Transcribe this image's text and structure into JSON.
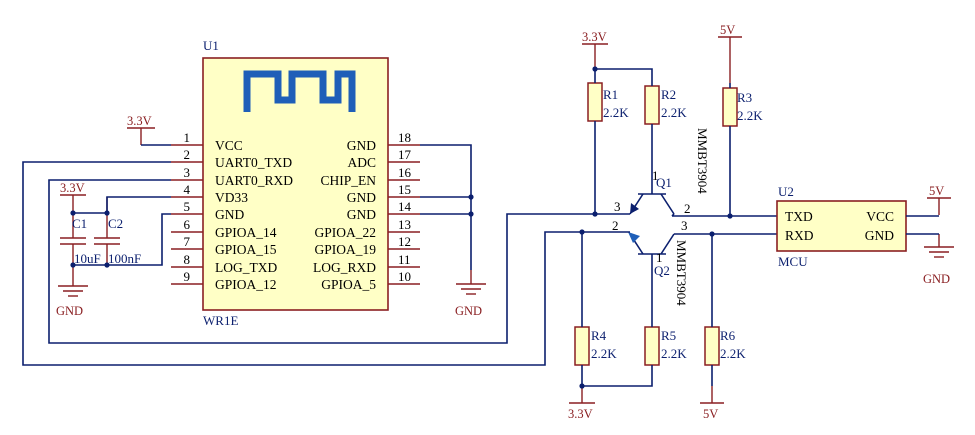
{
  "module": {
    "ref": "U1",
    "part": "WR1E",
    "left_pins": [
      {
        "num": "1",
        "name": "VCC"
      },
      {
        "num": "2",
        "name": "UART0_TXD"
      },
      {
        "num": "3",
        "name": "UART0_RXD"
      },
      {
        "num": "4",
        "name": "VD33"
      },
      {
        "num": "5",
        "name": "GND"
      },
      {
        "num": "6",
        "name": "GPIOA_14"
      },
      {
        "num": "7",
        "name": "GPIOA_15"
      },
      {
        "num": "8",
        "name": "LOG_TXD"
      },
      {
        "num": "9",
        "name": "GPIOA_12"
      }
    ],
    "right_pins": [
      {
        "num": "18",
        "name": "GND"
      },
      {
        "num": "17",
        "name": "ADC"
      },
      {
        "num": "16",
        "name": "CHIP_EN"
      },
      {
        "num": "15",
        "name": "GND"
      },
      {
        "num": "14",
        "name": "GND"
      },
      {
        "num": "13",
        "name": "GPIOA_22"
      },
      {
        "num": "12",
        "name": "GPIOA_19"
      },
      {
        "num": "11",
        "name": "LOG_RXD"
      },
      {
        "num": "10",
        "name": "GPIOA_5"
      }
    ]
  },
  "power": {
    "p33": "3.3V",
    "p5": "5V",
    "gnd": "GND"
  },
  "capacitors": [
    {
      "ref": "C1",
      "value": "10uF"
    },
    {
      "ref": "C2",
      "value": "100nF"
    }
  ],
  "resistors": [
    {
      "ref": "R1",
      "value": "2.2K"
    },
    {
      "ref": "R2",
      "value": "2.2K"
    },
    {
      "ref": "R3",
      "value": "2.2K"
    },
    {
      "ref": "R4",
      "value": "2.2K"
    },
    {
      "ref": "R5",
      "value": "2.2K"
    },
    {
      "ref": "R6",
      "value": "2.2K"
    }
  ],
  "transistors": [
    {
      "ref": "Q1",
      "part": "MMBT3904",
      "pins": [
        "1",
        "2",
        "3"
      ]
    },
    {
      "ref": "Q2",
      "part": "MMBT3904",
      "pins": [
        "1",
        "2",
        "3"
      ]
    }
  ],
  "mcu": {
    "ref": "U2",
    "name": "MCU",
    "pins": [
      "TXD",
      "RXD",
      "VCC",
      "GND"
    ]
  },
  "colors": {
    "wire": "#0b1f6e",
    "component": "#8a1f22",
    "body_fill": "#ffffc6",
    "text": "#000000"
  }
}
